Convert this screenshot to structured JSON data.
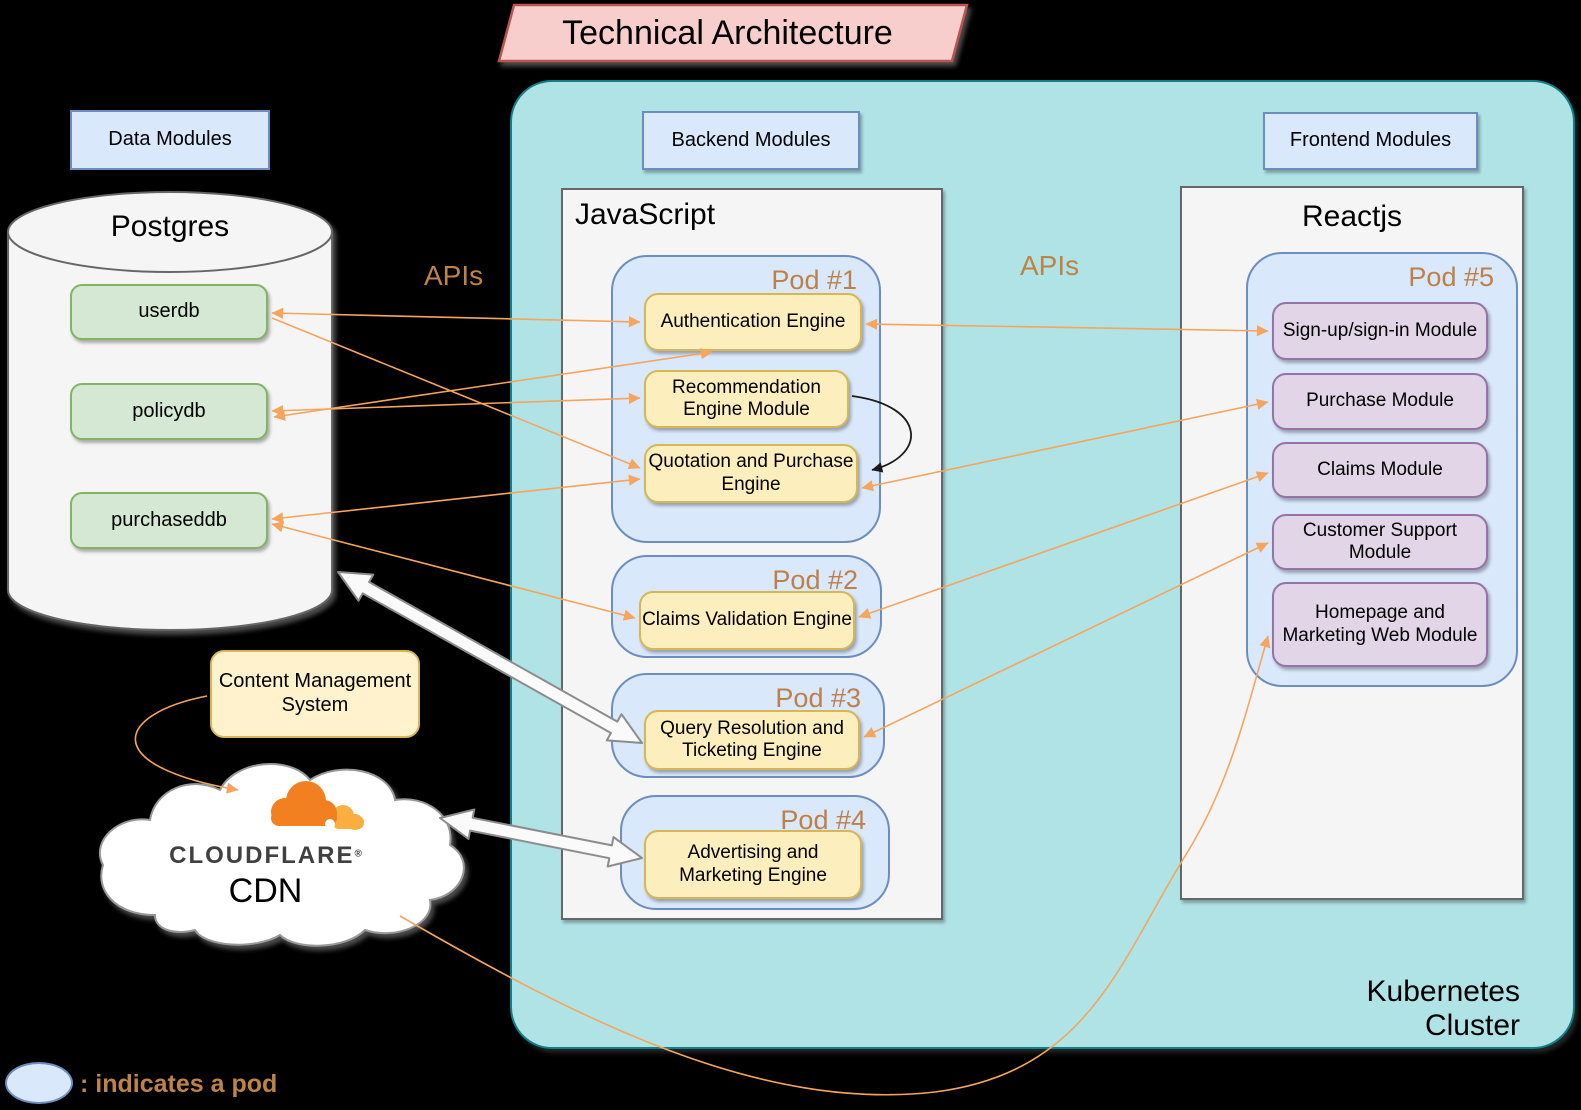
{
  "title": "Technical Architecture",
  "labels": {
    "data_modules": "Data Modules",
    "backend_modules": "Backend Modules",
    "frontend_modules": "Frontend Modules",
    "postgres": "Postgres",
    "javascript": "JavaScript",
    "reactjs": "Reactjs",
    "kubernetes_cluster": "Kubernetes Cluster",
    "apis_left": "APIs",
    "apis_right": "APIs"
  },
  "databases": [
    "userdb",
    "policydb",
    "purchaseddb"
  ],
  "pods": [
    {
      "name": "Pod #1",
      "modules": [
        "Authentication Engine",
        "Recommendation Engine Module",
        "Quotation and Purchase Engine"
      ]
    },
    {
      "name": "Pod #2",
      "modules": [
        "Claims Validation Engine"
      ]
    },
    {
      "name": "Pod #3",
      "modules": [
        "Query Resolution and Ticketing Engine"
      ]
    },
    {
      "name": "Pod #4",
      "modules": [
        "Advertising and Marketing Engine"
      ]
    },
    {
      "name": "Pod #5",
      "modules": [
        "Sign-up/sign-in Module",
        "Purchase Module",
        "Claims Module",
        "Customer Support Module",
        "Homepage and Marketing Web Module"
      ]
    }
  ],
  "cms": "Content Management System",
  "cloud": {
    "brand": "CLOUDFLARE",
    "registered_mark": "®",
    "label": "CDN"
  },
  "legend": {
    "text": ": indicates a pod"
  },
  "colors": {
    "cluster_fill": "#b0e3e6",
    "cluster_stroke": "#0e8088",
    "blue_fill": "#dae8fc",
    "blue_stroke": "#6c8ebf",
    "green_fill": "#d5e8d4",
    "green_stroke": "#82b366",
    "yellow_fill": "#fdeebe",
    "yellow_stroke": "#d6b656",
    "purple_fill": "#e1d5e7",
    "purple_stroke": "#9673a6",
    "pink_fill": "#f8cecc",
    "pink_stroke": "#b85450",
    "arrow_orange": "#f5a55c",
    "accent_text": "#bf8348",
    "cloudflare_orange": "#f38020",
    "cloudflare_light_orange": "#faae40"
  }
}
